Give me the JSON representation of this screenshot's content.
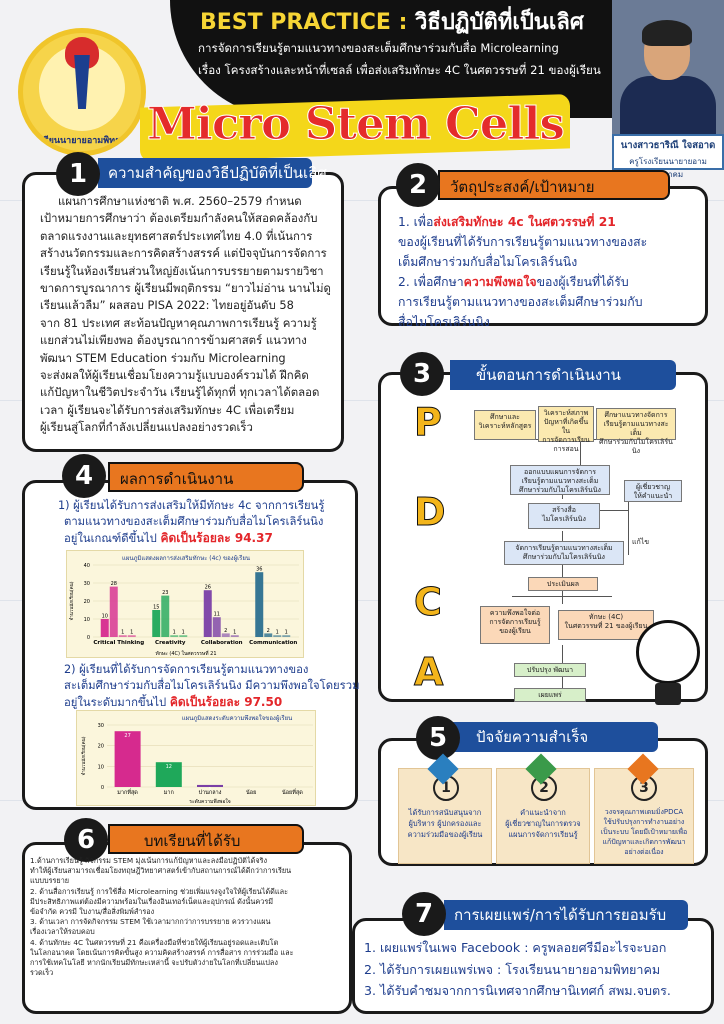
{
  "header": {
    "title_en": "BEST PRACTICE :",
    "title_th": "วิธีปฏิบัติที่เป็นเลิศ",
    "subtitle_line1": "การจัดการเรียนรู้ตามแนวทางของสะเต็มศึกษาร่วมกับสื่อ Microlearning",
    "subtitle_line2": "เรื่อง โครงสร้างและหน้าที่เซลล์ เพื่อส่งเสริมทักษะ 4C ในศตวรรษที่ 21 ของผู้เรียน",
    "banner": "Micro Stem Cells",
    "school_logo_text": "โรงเรียนนายายอามพิทยาคม",
    "teacher_name": "นางสาวธาริณี ใจสอาด",
    "teacher_role": "ครูโรงเรียนนายายอามพิทยาคม"
  },
  "colors": {
    "navy": "#1e4f9c",
    "orange": "#e8761f",
    "red": "#e3262a",
    "yellow": "#f4d71a"
  },
  "sec1": {
    "number": "1",
    "title": "ความสำคัญของวิธีปฏิบัติที่เป็นเลิศ",
    "lines": [
      "แผนการศึกษาแห่งชาติ พ.ศ. 2560–2579 กำหนด",
      "เป้าหมายการศึกษาว่า ต้องเตรียมกำลังคนให้สอดคล้องกับ",
      "ตลาดแรงงานและยุทธศาสตร์ประเทศไทย 4.0 ที่เน้นการ",
      "สร้างนวัตกรรมและการคิดสร้างสรรค์ แต่ปัจจุบันการจัดการ",
      "เรียนรู้ในห้องเรียนส่วนใหญ่ยังเน้นการบรรยายตามรายวิชา",
      "ขาดการบูรณาการ ผู้เรียนมีพฤติกรรม “ยาวไม่อ่าน นานไม่ดู",
      "เรียนแล้วลืม” ผลสอบ PISA 2022: ไทยอยู่อันดับ 58",
      "จาก 81 ประเทศ  สะท้อนปัญหาคุณภาพการเรียนรู้ ความรู้",
      "แยกส่วนไม่เพียงพอ ต้องบูรณาการข้ามศาสตร์ แนวทาง",
      "พัฒนา STEM Education  ร่วมกับ Microlearning",
      "จะส่งผลให้ผู้เรียนเชื่อมโยงความรู้แบบองค์รวมได้ ฝึกคิด",
      "แก้ปัญหาในชีวิตประจำวัน เรียนรู้ได้ทุกที่ ทุกเวลาได้ตลอด",
      "เวลา ผู้เรียนจะได้รับการส่งเสริมทักษะ 4C เพื่อเตรียม",
      "ผู้เรียนสู่โลกที่กำลังเปลี่ยนแปลงอย่างรวดเร็ว"
    ]
  },
  "sec2": {
    "number": "2",
    "title": "วัตถุประสงค์/เป้าหมาย",
    "o1_a": "1. เพื่อ",
    "o1_red": "ส่งเสริมทักษะ 4c ในศตวรรษที่ 21",
    "o1_l2": "ของผู้เรียนที่ได้รับการเรียนรู้ตามแนวทางของสะ",
    "o1_l3": "เต็มศึกษาร่วมกับสื่อไมโครเลิร์นนิง",
    "o2_a": "2. เพื่อศึกษา",
    "o2_red": "ความพึงพอใจ",
    "o2_b": "ของผู้เรียนที่ได้รับ",
    "o2_l2": "การเรียนรู้ตามแนวทางของสะเต็มศึกษาร่วมกับ",
    "o2_l3": "สื่อไมโครเลิร์นนิง"
  },
  "sec3": {
    "number": "3",
    "title": "ขั้นตอนการดำเนินงาน",
    "letters": [
      "P",
      "D",
      "C",
      "A"
    ],
    "boxes": {
      "b1": "ศึกษาและ\nวิเคราะห์หลักสูตร",
      "b2": "วิเคราะห์สภาพ\nปัญหาที่เกิดขึ้นใน\nการจัดการเรียน\nการสอน",
      "b3": "ศึกษาแนวทางจัดการ\nเรียนรู้ตามแนวทางสะเต็ม\nศึกษาร่วมกับไมโครเลิร์นนิง",
      "b4": "ออกแบบแผนการจัดการ\nเรียนรู้ตามแนวทางสะเต็ม\nศึกษาร่วมกับไมโครเลิร์นนิง",
      "b5": "ผู้เชี่ยวชาญ\nให้คำแนะนำ",
      "b6": "สร้างสื่อ\nไมโครเลิร์นนิง",
      "b7": "แก้ไข",
      "b8": "จัดการเรียนรู้ตามแนวทางสะเต็ม\nศึกษาร่วมกับไมโครเลิร์นนิง",
      "b9": "ประเมินผล",
      "b10": "ความพึงพอใจต่อ\nการจัดการเรียนรู้\nของผู้เรียน",
      "b11": "ทักษะ (4C)\nในศตวรรษที่ 21 ของผู้เรียน",
      "b12": "ปรับปรุง พัฒนา",
      "b13": "เผยแพร่"
    }
  },
  "sec4": {
    "number": "4",
    "title": "ผลการดำเนินงาน",
    "r1_l1": "1) ผู้เรียนได้รับการส่งเสริมให้มีทักษะ 4c จากการเรียนรู้",
    "r1_l2": "ตามแนวทางของสะเต็มศึกษาร่วมกับสื่อไมโครเลิร์นนิง",
    "r1_l3": "อยู่ในเกณฑ์ดีขึ้นไป",
    "r1_red": "คิดเป็นร้อยละ 94.37",
    "r2_l1": "2) ผู้เรียนที่ได้รับการจัดการเรียนรู้ตามแนวทางของ",
    "r2_l2": "สะเต็มศึกษาร่วมกับสื่อไมโครเลิร์นนิง มีความพึงพอใจโดยรวม",
    "r2_l3": "อยู่ในระดับมากขึ้นไป",
    "r2_red": "คิดเป็นร้อยละ 97.50"
  },
  "chart_data": [
    {
      "type": "bar",
      "title": "แผนภูมิแสดงผลการส่งเสริมทักษะ (4c) ของผู้เรียน",
      "xlabel": "ทักษะ (4C) ในศตวรรษที่ 21",
      "ylabel": "จำนวนนักเรียน(คน)",
      "categories": [
        "Critical Thinking",
        "Creativity",
        "Collaboration",
        "Communication"
      ],
      "ylim": [
        0,
        40
      ],
      "yticks": [
        "0",
        "10",
        "20",
        "30",
        "40"
      ],
      "series_values": [
        [
          10,
          28,
          1,
          1
        ],
        [
          15,
          23,
          1,
          1
        ],
        [
          26,
          11,
          2,
          1
        ],
        [
          36,
          2,
          1,
          1
        ]
      ],
      "colors": [
        "#d62a8e",
        "#1fa85a",
        "#7a3fa6",
        "#2b6f8f"
      ]
    },
    {
      "type": "bar",
      "title": "แผนภูมิแสดงระดับความพึงพอใจของผู้เรียน",
      "xlabel": "ระดับความพึงพอใจ",
      "ylabel": "จำนวนนักเรียน(คน)",
      "categories": [
        "มากที่สุด",
        "มาก",
        "ปานกลาง",
        "น้อย",
        "น้อยที่สุด"
      ],
      "values": [
        27,
        12,
        1,
        0,
        0
      ],
      "ylim": [
        0,
        30
      ],
      "yticks": [
        "0",
        "10",
        "20",
        "30"
      ],
      "colors": [
        "#d62a8e",
        "#1fa85a",
        "#7a3fa6",
        "#2b6f8f",
        "#2b6f8f"
      ]
    }
  ],
  "sec5": {
    "number": "5",
    "title": "ปัจจัยความสำเร็จ",
    "cards": [
      {
        "n": "1",
        "text": "ได้รับการสนับสนุนจาก\nผู้บริหาร ผู้ปกครองและ\nความร่วมมือของผู้เรียน"
      },
      {
        "n": "2",
        "text": "คำแนะนำจาก\nผู้เชี่ยวชาญในการตรวจ\nแผนการจัดการเรียนรู้"
      },
      {
        "n": "3",
        "text": "วงจรคุณภาพเดมมิ่งPDCA\nใช้ปรับปรุงการทำงานอย่าง\nเป็นระบบ โดยมีเป้าหมายเพื่อ\nแก้ปัญหาและเกิดการพัฒนา\nอย่างต่อเนื่อง"
      }
    ]
  },
  "sec6": {
    "number": "6",
    "title": "บทเรียนที่ได้รับ",
    "lines": [
      "1.ด้านการเรียนรู้ กิจกรรม STEM มุ่งเน้นการแก้ปัญหาและลงมือปฏิบัติได้จริง",
      "ทำให้ผู้เรียนสามารถเชื่อมโยงทฤษฎีวิทยาศาสตร์เข้ากับสถานการณ์ได้ดีกว่าการเรียน",
      "แบบบรรยาย",
      "2. ด้านสื่อการเรียนรู้ การใช้สื่อ Microlearning ช่วยเพิ่มแรงจูงใจให้ผู้เรียนได้ดีและ",
      "มีประสิทธิภาพแต่ต้องมีความพร้อมในเรื่องอินเทอร์เน็ตและอุปกรณ์ ดังนั้นควรมี",
      "ข้อจำกัด ควรมี ใบงาน/สื่อสิ่งพิมพ์สำรอง",
      "3. ด้านเวลา การจัดกิจกรรม STEM ใช้เวลามากกว่าการบรรยาย ควรวางแผน",
      "เรื่องเวลาให้รอบคอบ",
      "4. ด้านทักษะ 4C ในศตวรรษที่ 21 คือเครื่องมือที่ช่วยให้ผู้เรียนอยู่รอดและเติบโต",
      "ในโลกอนาคต โดยเน้นการคิดขั้นสูง ความคิดสร้างสรรค์ การสื่อสาร การร่วมมือ และ",
      "การใช้เทคโนโลยี หากนักเรียนมีทักษะเหล่านี้ จะปรับตัวง่ายในโลกที่เปลี่ยนแปลง",
      "รวดเร็ว"
    ]
  },
  "sec7": {
    "number": "7",
    "title": "การเผยแพร่/การได้รับการยอมรับ",
    "items": [
      "1. เผยแพร่ในเพจ Facebook : ครูพลอยศรีมีอะไรจะบอก",
      "2. ได้รับการเผยแพร่เพจ : โรงเรียนนายายอามพิทยาคม",
      "3. ได้รับคำชมจากการนิเทศจากศึกษานิเทศก์ สพม.จบตร."
    ]
  }
}
